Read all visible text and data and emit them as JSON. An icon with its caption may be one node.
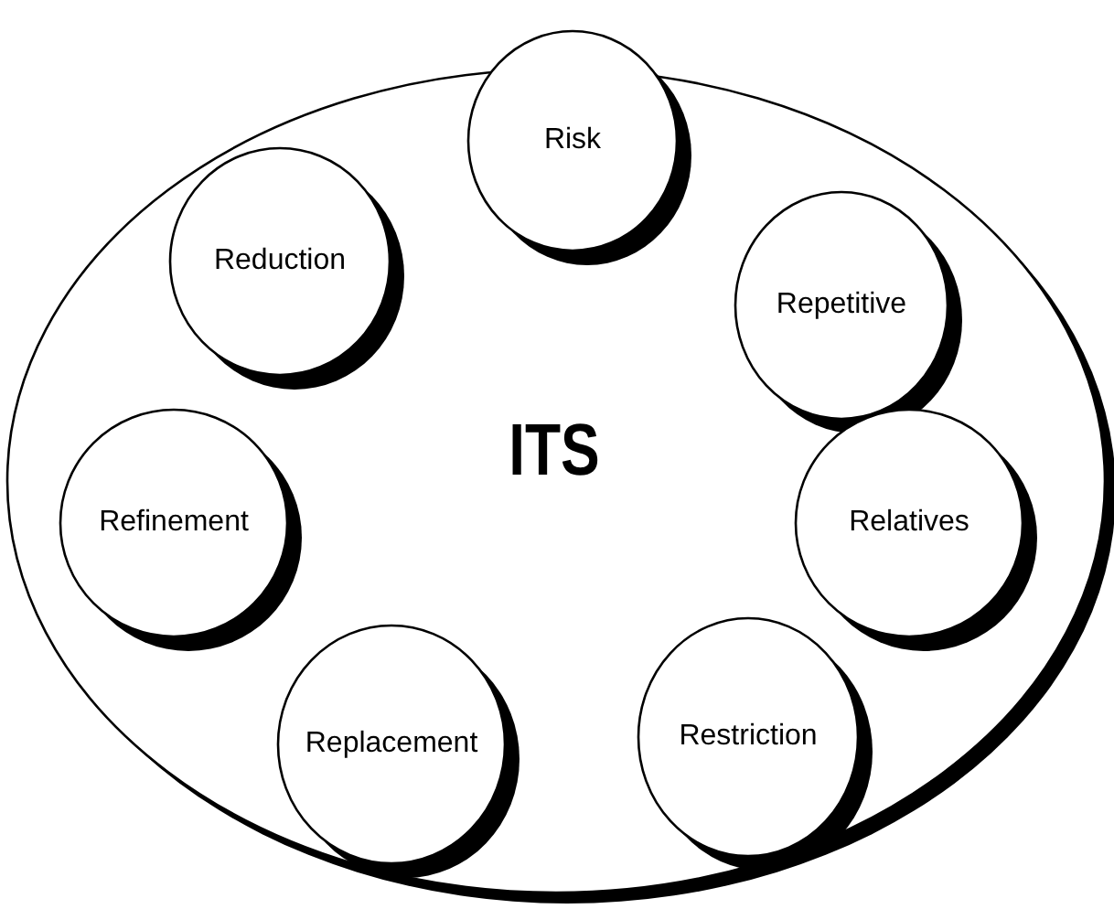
{
  "diagram": {
    "nodes": [
      {
        "text": [
          "ITS"
        ]
      },
      {
        "text": [
          "Risk"
        ],
        "in": 0
      },
      {
        "text": [
          "Reduction"
        ],
        "in": 0
      },
      {
        "text": [
          "Repetitive"
        ],
        "in": 0
      },
      {
        "text": [
          "Refinement"
        ],
        "in": 0
      },
      {
        "text": [
          "Relatives"
        ],
        "in": 0
      },
      {
        "text": [
          "Replacement"
        ],
        "in": 0
      },
      {
        "text": [
          "Restriction"
        ],
        "in": 0
      }
    ]
  }
}
